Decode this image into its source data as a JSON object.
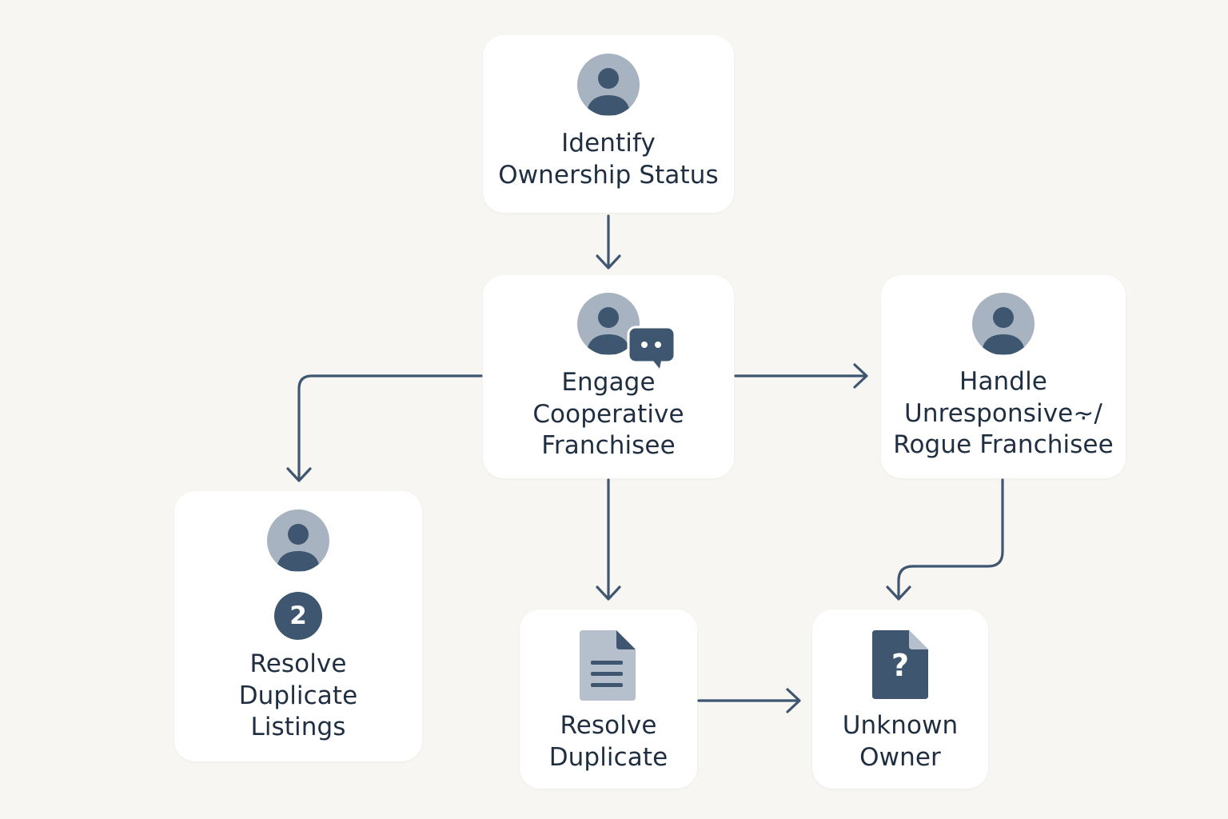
{
  "nodes": {
    "identify": {
      "lines": [
        "Identify",
        "Ownership Status"
      ],
      "icon": "user-avatar-icon"
    },
    "engage": {
      "lines": [
        "Engage",
        "Cooperative",
        "Franchisee"
      ],
      "icon": "user-chat-icon"
    },
    "handle": {
      "lines": [
        "Handle",
        "Unresponsive⸟/",
        "Rogue Franchisee"
      ],
      "icon": "user-avatar-icon"
    },
    "listings": {
      "badge": "2",
      "lines": [
        "Resolve",
        "Duplicate",
        "Listings"
      ],
      "icon": "user-avatar-icon"
    },
    "duplicate": {
      "lines": [
        "Resolve",
        "Duplicate"
      ],
      "icon": "document-icon"
    },
    "unknown": {
      "lines": [
        "Unknown",
        "Owner"
      ],
      "icon": "question-document-icon",
      "icon_glyph": "?"
    }
  },
  "colors": {
    "background": "#f7f6f2",
    "card": "#ffffff",
    "text": "#1f2e40",
    "accent": "#3e566f",
    "avatar_bg": "#a7b3c0",
    "doc_light": "#b5c0cc"
  }
}
